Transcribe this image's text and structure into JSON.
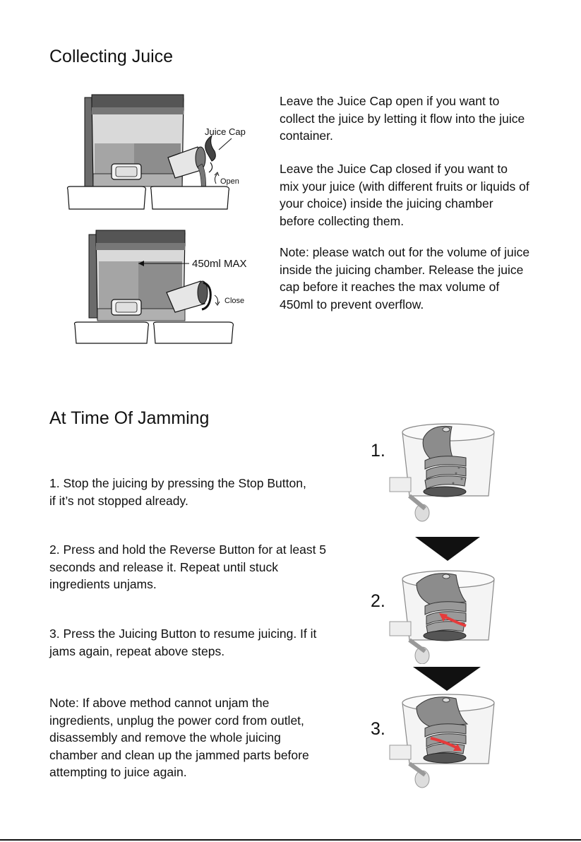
{
  "collecting": {
    "title": "Collecting Juice",
    "paragraphs": [
      "Leave the Juice Cap open if you want to collect the juice by letting it flow into the juice container.",
      "Leave the Juice Cap closed if you want to mix your juice (with different fruits or liquids of your choice) inside the juicing chamber before collecting them.",
      "Note: please watch out for the volume of juice inside the juicing chamber. Release the juice cap before it reaches the max volume of 450ml to prevent overflow."
    ],
    "figure_open": {
      "label_cap": "Juice Cap",
      "label_state": "Open"
    },
    "figure_closed": {
      "label_max": "450ml MAX",
      "label_state": "Close"
    }
  },
  "jamming": {
    "title": "At Time Of Jamming",
    "steps": [
      "1. Stop the juicing by pressing the Stop Button, if it’s not stopped already.",
      "2. Press and hold the Reverse Button for at least 5 seconds and release it. Repeat until stuck ingredients unjams.",
      "3. Press the Juicing Button to resume juicing. If it jams again, repeat above steps."
    ],
    "note": "Note: If above method cannot unjam the ingredients, unplug the power cord from outlet, disassembly and remove the whole juicing chamber and clean up the jammed parts before attempting to juice again.",
    "figure_numbers": [
      "1.",
      "2.",
      "3."
    ]
  },
  "colors": {
    "text": "#111111",
    "arrow_red": "#e53b3b",
    "body_gray": "#8a8a8a",
    "dark_gray": "#4a4a4a"
  }
}
